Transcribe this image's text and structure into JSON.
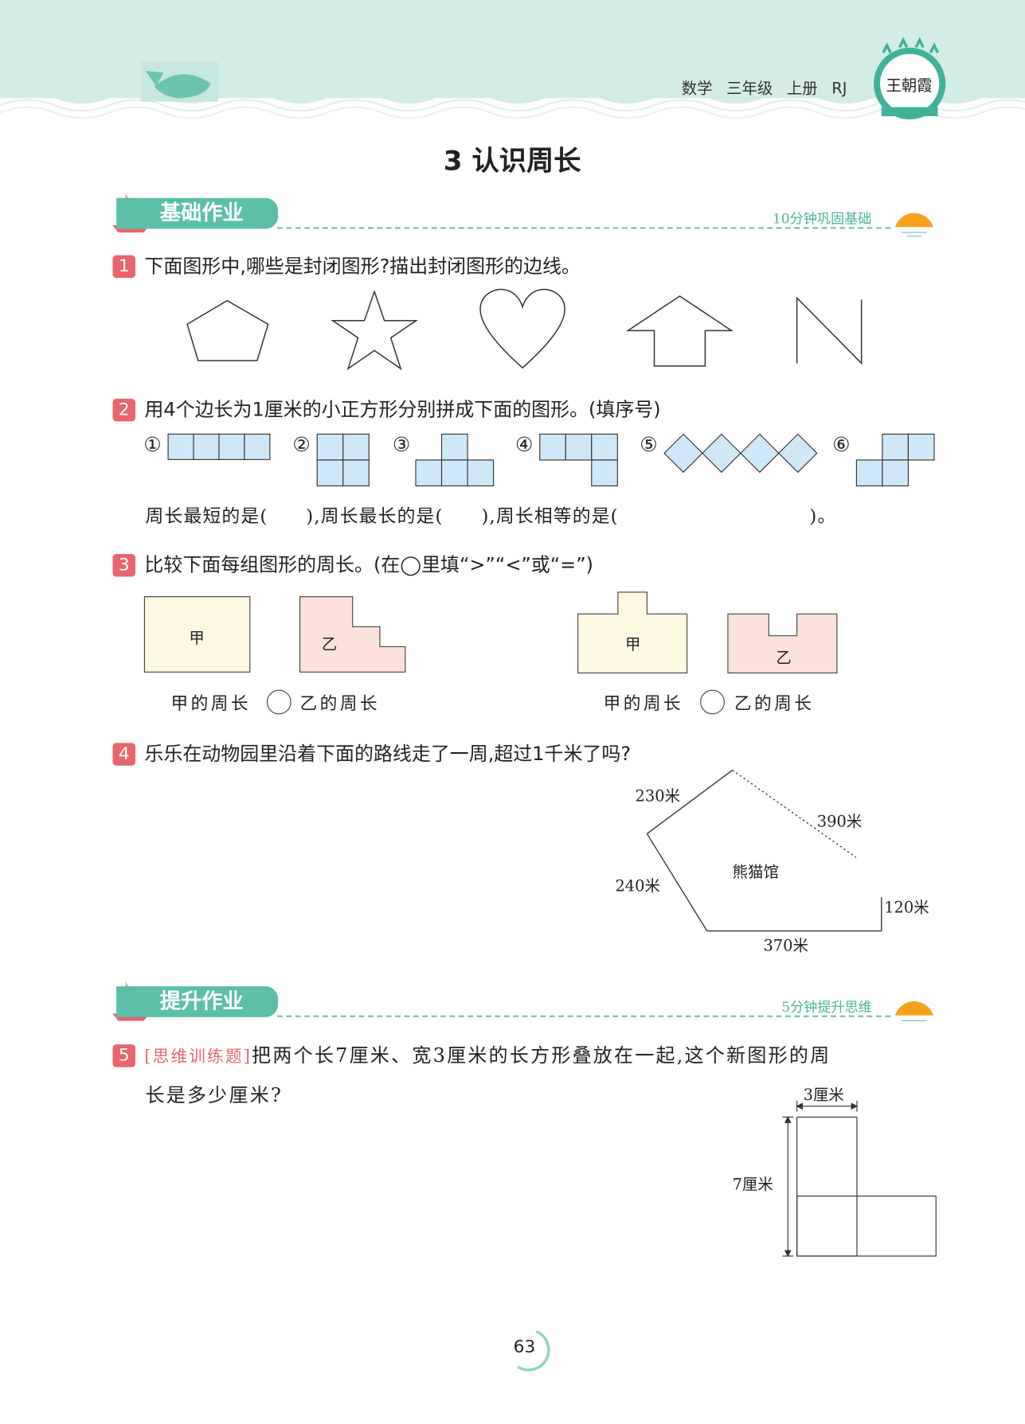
{
  "header": {
    "subject": "数学",
    "grade": "三年级",
    "volume": "上册",
    "edition": "RJ",
    "logo_text": "王朝霞"
  },
  "title": "3 认识周长",
  "section1": {
    "label": "基础作业",
    "subtitle": "10分钟巩固基础"
  },
  "section2": {
    "label": "提升作业",
    "subtitle": "5分钟提升思维"
  },
  "q1": {
    "num": "1",
    "text": "下面图形中,哪些是封闭图形?描出封闭图形的边线。"
  },
  "q2": {
    "num": "2",
    "text": "用4个边长为1厘米的小正方形分别拼成下面的图形。(填序号)",
    "markers": [
      "①",
      "②",
      "③",
      "④",
      "⑤",
      "⑥"
    ],
    "fill": "周长最短的是(　　),周长最长的是(　　),周长相等的是(　　　　　　　　　　)。"
  },
  "q3": {
    "num": "3",
    "text": "比较下面每组图形的周长。(在◯里填“>”“<”或“=”)",
    "jia": "甲",
    "yi": "乙",
    "compare_left": "甲的周长",
    "compare_right": "乙的周长"
  },
  "q4": {
    "num": "4",
    "text": "乐乐在动物园里沿着下面的路线走了一周,超过1千米了吗?",
    "center": "熊猫馆",
    "sides": [
      "230米",
      "390米",
      "240米",
      "120米",
      "370米"
    ]
  },
  "q5": {
    "num": "5",
    "tag": "[思维训练题]",
    "text": "把两个长7厘米、宽3厘米的长方形叠放在一起,这个新图形的周",
    "text2": "长是多少厘米?",
    "width_label": "3厘米",
    "height_label": "7厘米"
  },
  "page_number": "63",
  "colors": {
    "teal": "#5bbfa9",
    "band": "#d3ece6",
    "red": "#e8656b",
    "shape_blue": "#cfe8f8",
    "yellow": "#fdf9e0",
    "pink": "#fbe3dc"
  }
}
